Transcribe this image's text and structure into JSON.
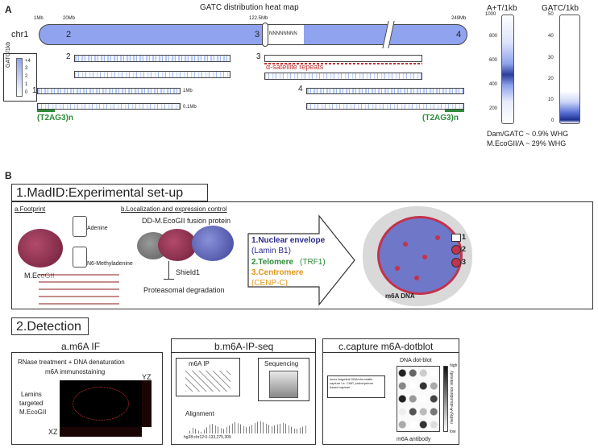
{
  "panel_a": {
    "letter": "A",
    "title": "GATC distribution heat map",
    "chrom": "chr1",
    "positions": [
      "1Mb",
      "20Mb",
      "122.5Mb",
      "249Mb"
    ],
    "markers": [
      "1",
      "2",
      "3",
      "4"
    ],
    "n_region": "NNNNNNNN",
    "alpha_label": "α-satellite repeats",
    "scale_1mb": "1Mb",
    "scale_01mb": "0.1Mb",
    "telomere_left": "(T2AG3)n",
    "telomere_right": "(T2AG3)n",
    "legend_title": "GATC/1kb",
    "legend_ticks": [
      "+4",
      "3",
      "2",
      "1",
      "0"
    ],
    "hist1_title": "A+T/1kb",
    "hist1_ticks": [
      "1000",
      "800",
      "600",
      "400",
      "200"
    ],
    "hist2_title": "GATC/1kb",
    "hist2_ticks": [
      "50",
      "40",
      "30",
      "20",
      "10",
      "0"
    ],
    "note1": "Dam/GATC ~ 0.9% WHG",
    "note2": "M.EcoGII/A ~ 29% WHG"
  },
  "panel_b": {
    "letter": "B",
    "section1": "1.MadID:Experimental set-up",
    "footprint": "a.Footprint",
    "adenine": "Adenine",
    "methyladenine": "N6-Methyladenine",
    "ecogii": "M.EcoGII",
    "localization": "b.Localization and expression control",
    "fusion": "DD-M.EcoGII fusion protein",
    "shield": "Shield1",
    "degradation": "Proteasomal degradation",
    "targets": [
      {
        "label": "1.Nuclear envelope",
        "sub": "(Lamin B1)",
        "color": "#2b2a8c"
      },
      {
        "label": "2.Telomere",
        "sub": "(TRF1)",
        "color": "#2e8b3a"
      },
      {
        "label": "3.Centromere",
        "sub": "(CENP-C)",
        "color": "#e0961a"
      }
    ],
    "m6a_dna": "m6A DNA",
    "cell_markers": [
      "1",
      "2",
      "3"
    ],
    "section2": "2.Detection",
    "if_title": "a.m6A IF",
    "if_line1": "RNase treatment + DNA denaturation",
    "if_line2": "m6A immunostaining",
    "if_lamins": "Lamins",
    "if_targeted": "targeted",
    "if_ecogii": "M.EcoGII",
    "if_yz": "YZ",
    "if_xz": "XZ",
    "ip_title": "b.m6A-IP-seq",
    "ip_label": "m6A IP",
    "seq_label": "Sequencing",
    "align_label": "Alignment",
    "coords": "hg38:chr12:0-133,275,309",
    "dot_title": "c.capture m6A-dotblot",
    "dot_blot": "DNA dot-blot",
    "dot_note": "locus targeted DNA/chromatin capture i.e. ChIP, probe/primer based capture",
    "dot_antibody": "m6A antibody",
    "dot_scale_high": "high",
    "dot_scale_low": "low",
    "dot_scale_label": "methyl-A-abundance intensity"
  }
}
